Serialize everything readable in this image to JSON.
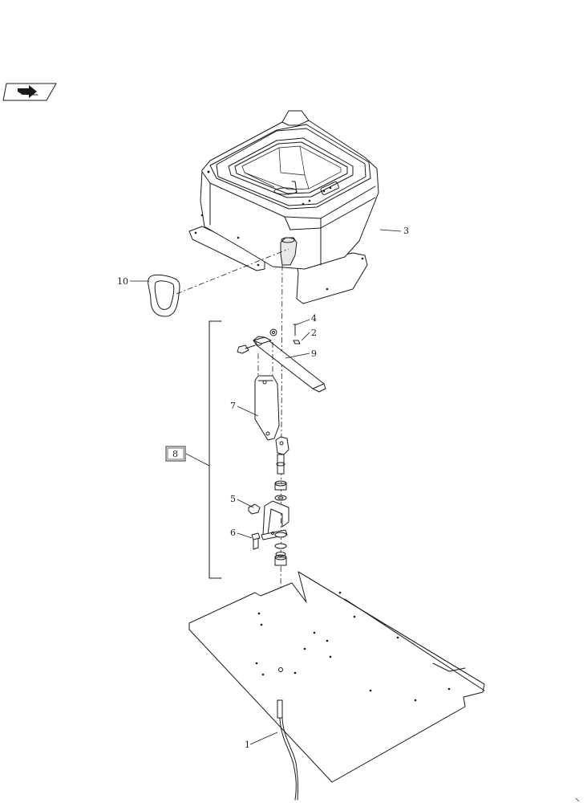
{
  "diagram": {
    "callouts": [
      {
        "id": "1",
        "label": "1"
      },
      {
        "id": "2",
        "label": "2"
      },
      {
        "id": "3",
        "label": "3"
      },
      {
        "id": "4",
        "label": "4"
      },
      {
        "id": "5",
        "label": "5"
      },
      {
        "id": "6",
        "label": "6"
      },
      {
        "id": "7",
        "label": "7"
      },
      {
        "id": "8",
        "label": "8"
      },
      {
        "id": "9",
        "label": "9"
      },
      {
        "id": "10",
        "label": "10"
      }
    ],
    "icons": {
      "nav": "next-page-arrow-icon"
    }
  }
}
